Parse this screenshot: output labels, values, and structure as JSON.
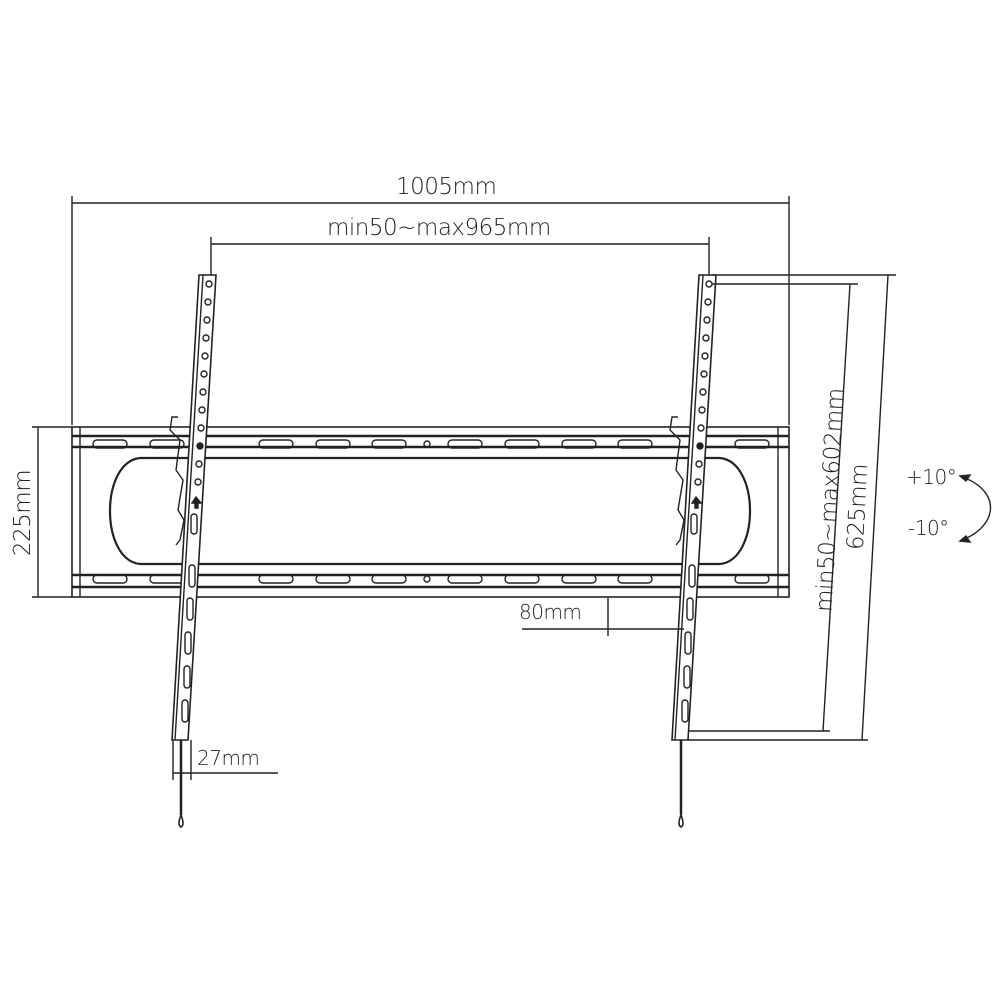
{
  "diagram": {
    "subject": "Tilting TV wall mount bracket",
    "colors": {
      "line": "#222222",
      "background": "#ffffff"
    },
    "dimensions": {
      "overall_width": "1005mm",
      "vesa_horizontal": "min50~max965mm",
      "plate_height": "225mm",
      "vesa_vertical": "min50~max602mm",
      "arm_height": "625mm",
      "wall_depth": "80mm",
      "arm_width": "27mm"
    },
    "tilt": {
      "up": "+10°",
      "down": "-10°"
    }
  }
}
